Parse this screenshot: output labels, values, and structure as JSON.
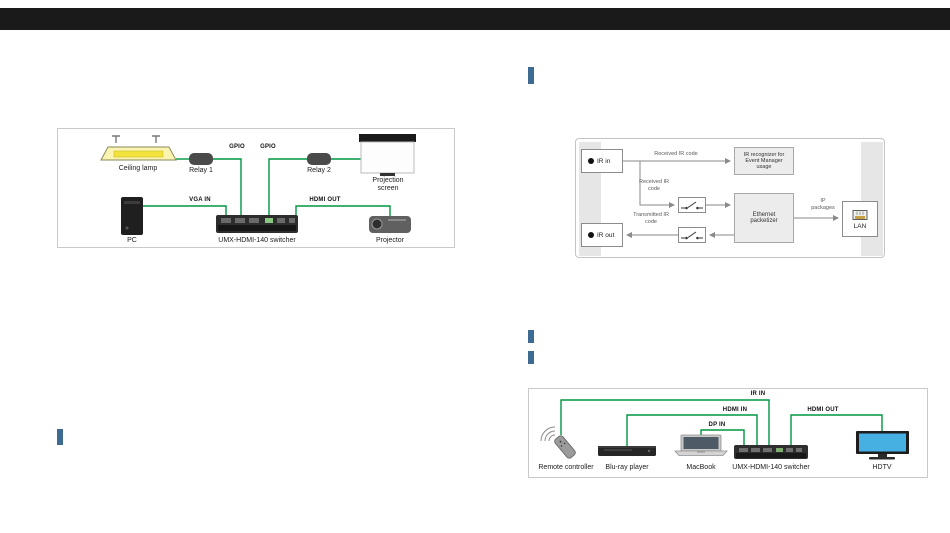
{
  "header": {
    "bar_color": "#1a1a1a"
  },
  "colors": {
    "accent_blue": "#3d6b94",
    "connection_green": "#009640",
    "tv_screen_blue": "#46b0e2"
  },
  "application_diagram": {
    "ceiling_lamp_label": "Ceiling lamp",
    "relay1_label": "Relay 1",
    "relay2_label": "Relay 2",
    "gpio_label": "GPIO",
    "projection_screen_label": "Projection screen",
    "pc_label": "PC",
    "vga_in_label": "VGA IN",
    "switcher_label": "UMX-HDMI-140 switcher",
    "hdmi_out_label": "HDMI OUT",
    "projector_label": "Projector"
  },
  "ir_block_diagram": {
    "ir_in_label": "IR in",
    "ir_out_label": "IR out",
    "received_ir_code_label": "Received IR code",
    "received_ir_code_label_2": "Received IR code",
    "transmitted_ir_code_label": "Transmitted IR code",
    "ir_recognizer_label": "IR recognizer for Event Manager usage",
    "ethernet_packetizer_label": "Ethernet packetizer",
    "ip_packages_label": "IP packages",
    "lan_label": "LAN"
  },
  "ir_connection_diagram": {
    "ir_in_label": "IR IN",
    "hdmi_in_label": "HDMI IN",
    "hdmi_out_label": "HDMI OUT",
    "dp_in_label": "DP IN",
    "remote_controller_label": "Remote controller",
    "bluray_player_label": "Blu-ray player",
    "macbook_label": "MacBook",
    "switcher_label": "UMX-HDMI-140 switcher",
    "hdtv_label": "HDTV"
  }
}
